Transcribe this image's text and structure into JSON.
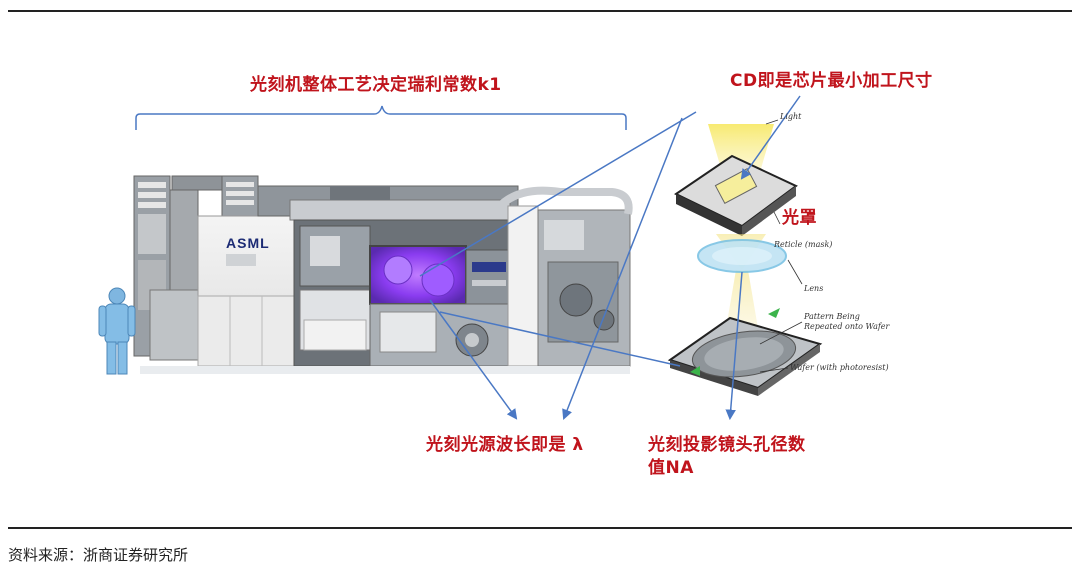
{
  "labels": {
    "rayleigh_k1": "光刻机整体工艺决定瑞利常数k1",
    "cd": "CD即是芯片最小加工尺寸",
    "mask": "光罩",
    "wavelength": "光刻光源波长即是 λ",
    "na_line1": "光刻投影镜头孔径数",
    "na_line2": "值NA"
  },
  "machine": {
    "brand": "ASML"
  },
  "diagram_labels": {
    "light": "Light",
    "reticle": "Reticle",
    "reticle_note": "(mask)",
    "lens": "Lens",
    "pattern_line1": "Pattern Being",
    "pattern_line2": "Repeated onto Wafer",
    "wafer": "Wafer",
    "wafer_note": "(with photoresist)"
  },
  "source": "资料来源：浙商证券研究所",
  "colors": {
    "label_red": "#c0141c",
    "arrow_blue": "#4a78c4",
    "purple_glow": "#8a3cf0",
    "light_yellow": "#f2e27a"
  }
}
